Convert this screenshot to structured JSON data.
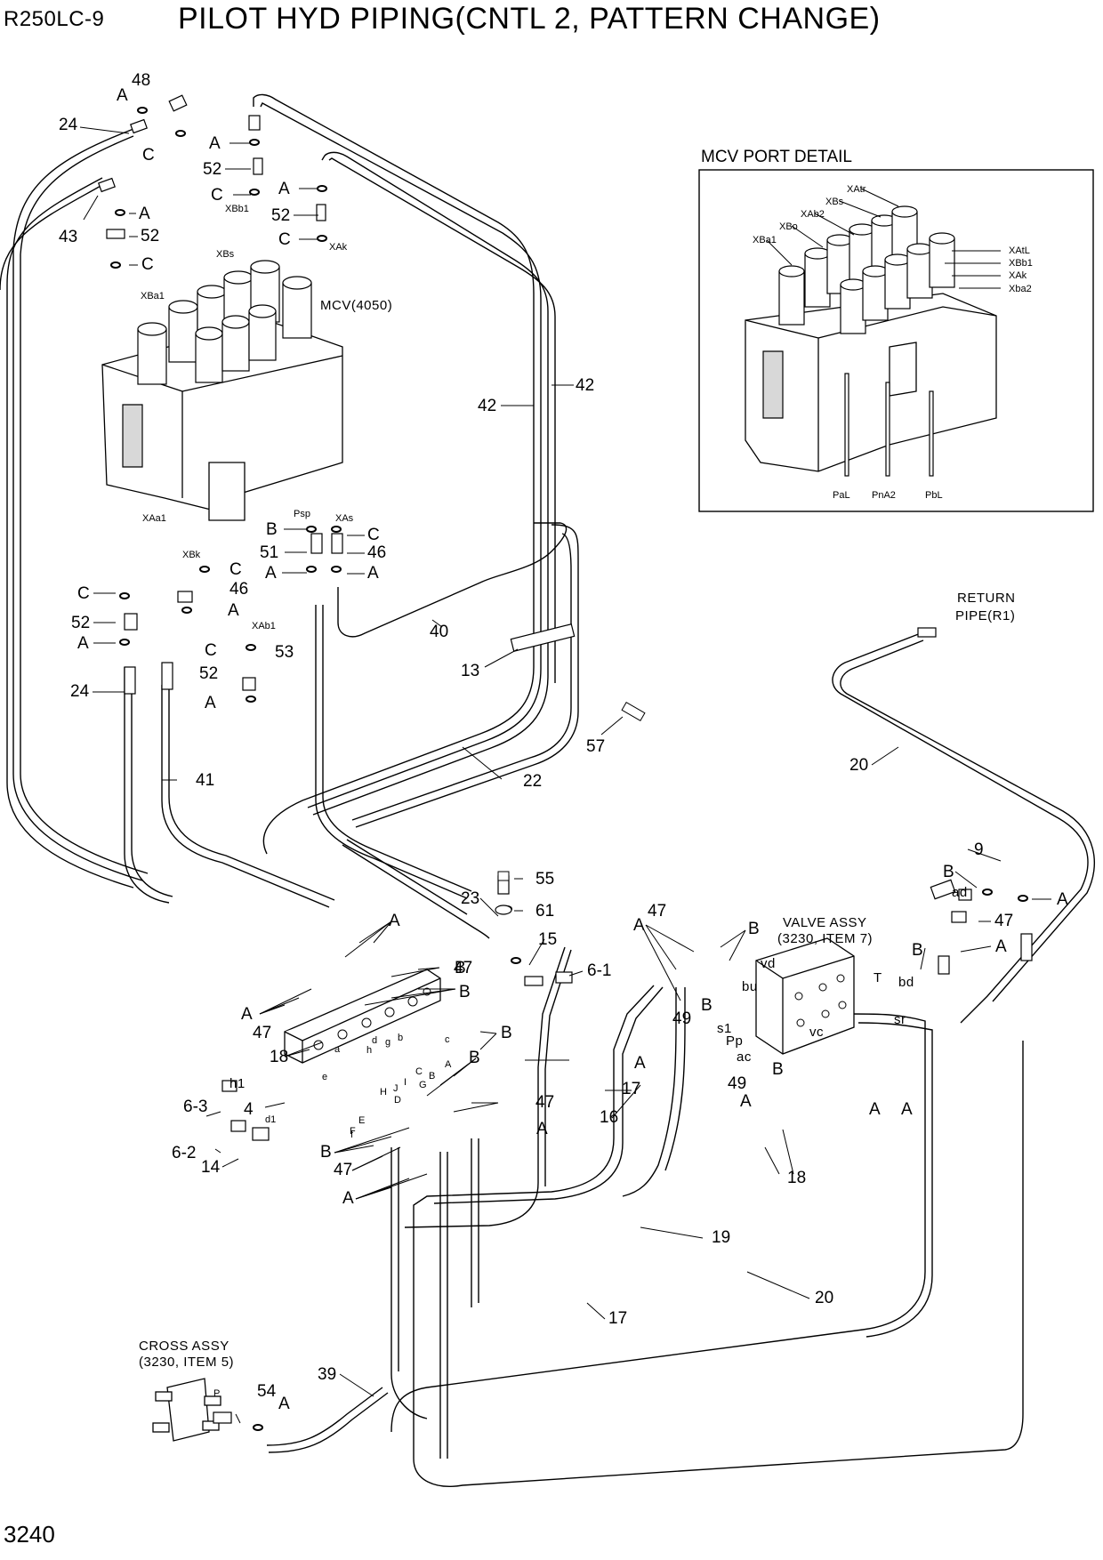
{
  "header": {
    "model": "R250LC-9",
    "title": "PILOT HYD PIPING(CNTL 2, PATTERN CHANGE)"
  },
  "footer": {
    "page_number": "3240"
  },
  "detail_box": {
    "title": "MCV PORT DETAIL",
    "port_labels": [
      "XAtr",
      "XBs",
      "XAb2",
      "XBo",
      "XBa1",
      "XAtL",
      "XBb1",
      "XAk",
      "Xba2",
      "PaL",
      "PnA2",
      "PbL"
    ]
  },
  "assembly_labels": {
    "mcv": "MCV(4050)",
    "valve_assy_line1": "VALVE ASSY",
    "valve_assy_line2": "(3230, ITEM 7)",
    "cross_assy_line1": "CROSS ASSY",
    "cross_assy_line2": "(3230, ITEM 5)",
    "return_pipe_line1": "RETURN",
    "return_pipe_line2": "PIPE(R1)"
  },
  "port_labels": [
    "XBb1",
    "XBs",
    "XAk",
    "XBa1",
    "XAa1",
    "XBk",
    "Psp",
    "XAs",
    "XAb1",
    "h1",
    "d1",
    "ad",
    "vd",
    "bu",
    "s1",
    "Pp",
    "ac",
    "vc",
    "T",
    "bd",
    "sr",
    "a",
    "b",
    "c",
    "d",
    "e",
    "f",
    "g",
    "h",
    "A",
    "B",
    "C",
    "D",
    "E",
    "F",
    "G",
    "H",
    "I",
    "J",
    "P"
  ],
  "callouts": [
    "48",
    "A",
    "24",
    "C",
    "A",
    "52",
    "C",
    "A",
    "52",
    "C",
    "43",
    "A",
    "52",
    "C",
    "42",
    "42",
    "B",
    "C",
    "51",
    "46",
    "A",
    "A",
    "C",
    "46",
    "A",
    "C",
    "52",
    "A",
    "40",
    "C",
    "53",
    "52",
    "A",
    "13",
    "57",
    "24",
    "41",
    "22",
    "20",
    "9",
    "B",
    "A",
    "55",
    "23",
    "61",
    "47",
    "B",
    "A",
    "A",
    "15",
    "6-1",
    "47",
    "B",
    "B",
    "A",
    "47",
    "A",
    "47",
    "B",
    "B",
    "18",
    "49",
    "B",
    "A",
    "17",
    "A",
    "49",
    "B",
    "A",
    "6-3",
    "4",
    "47",
    "16",
    "A",
    "B",
    "A",
    "6-2",
    "14",
    "47",
    "B",
    "A",
    "18",
    "19",
    "17",
    "20",
    "39",
    "54",
    "A"
  ]
}
